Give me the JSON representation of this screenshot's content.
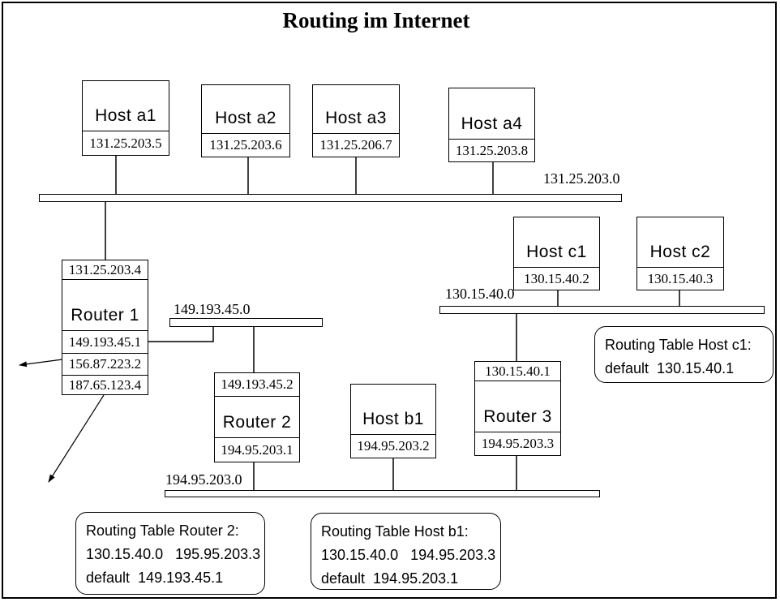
{
  "title": "Routing im Internet",
  "hosts": {
    "a1": {
      "name": "Host a1",
      "ip": "131.25.203.5"
    },
    "a2": {
      "name": "Host a2",
      "ip": "131.25.203.6"
    },
    "a3": {
      "name": "Host a3",
      "ip": "131.25.206.7"
    },
    "a4": {
      "name": "Host a4",
      "ip": "131.25.203.8"
    },
    "b1": {
      "name": "Host b1",
      "ip": "194.95.203.2"
    },
    "c1": {
      "name": "Host c1",
      "ip": "130.15.40.2"
    },
    "c2": {
      "name": "Host c2",
      "ip": "130.15.40.3"
    }
  },
  "routers": {
    "r1": {
      "name": "Router 1",
      "ip_top": "131.25.203.4",
      "ip_if1": "149.193.45.1",
      "ip_if2": "156.87.223.2",
      "ip_if3": "187.65.123.4"
    },
    "r2": {
      "name": "Router 2",
      "ip_top": "149.193.45.2",
      "ip_bottom": "194.95.203.1"
    },
    "r3": {
      "name": "Router 3",
      "ip_top": "130.15.40.1",
      "ip_bottom": "194.95.203.3"
    }
  },
  "networks": {
    "net_a": {
      "label": "131.25.203.0"
    },
    "net_r": {
      "label": "149.193.45.0"
    },
    "net_c": {
      "label": "130.15.40.0"
    },
    "net_b": {
      "label": "194.95.203.0"
    }
  },
  "routing_tables": {
    "router2": {
      "line1": "Routing Table Router 2:",
      "line2": "130.15.40.0   195.95.203.3",
      "line3": "default  149.193.45.1"
    },
    "host_b1": {
      "line1": "Routing Table Host b1:",
      "line2": "130.15.40.0   194.95.203.3",
      "line3": "default  194.95.203.1"
    },
    "host_c1": {
      "line1": "Routing Table Host c1:",
      "line2": "default  130.15.40.1"
    }
  }
}
